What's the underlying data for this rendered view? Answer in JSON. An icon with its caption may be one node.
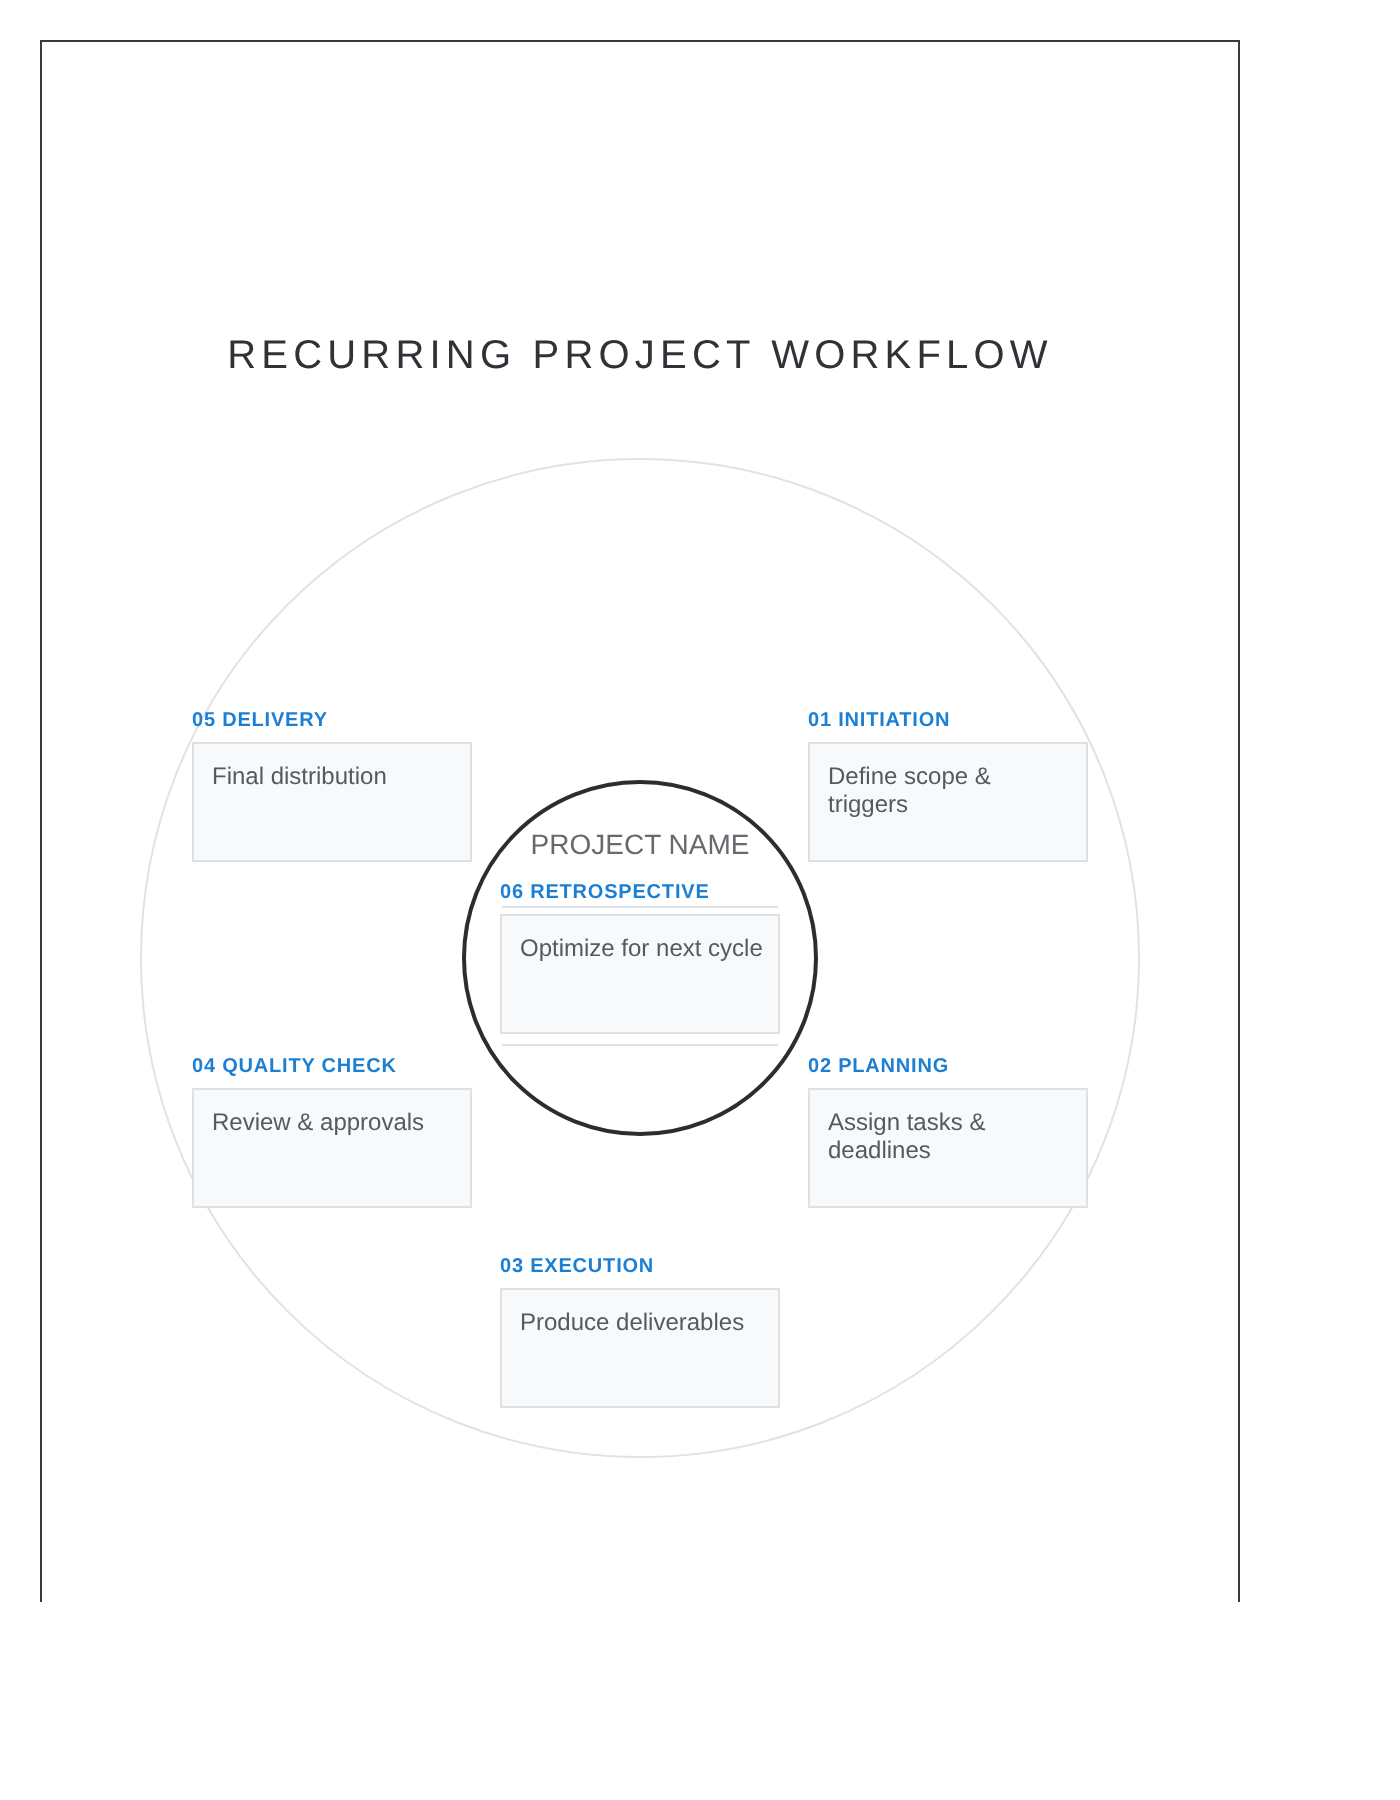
{
  "diagram": {
    "title": "RECURRING PROJECT WORKFLOW",
    "nodes": [
      {
        "text": [],
        "shape": "circle"
      },
      {
        "text": [
          "PROJECT NAME"
        ],
        "in": 0
      },
      {
        "text": [
          "01 INITIATION",
          "Define scope & triggers"
        ],
        "in": 0
      },
      {
        "text": [
          "02 PLANNING",
          "Assign tasks & deadlines"
        ],
        "in": 0
      },
      {
        "text": [
          "03 EXECUTION",
          "Produce deliverables"
        ],
        "in": 0
      },
      {
        "text": [
          "04 QUALITY CHECK",
          "Review & approvals"
        ],
        "in": 0
      },
      {
        "text": [
          "05 DELIVERY",
          "Final distribution"
        ],
        "in": 0
      },
      {
        "text": [
          "06 RETROSPECTIVE",
          "Optimize for next cycle"
        ],
        "in": 1
      }
    ]
  }
}
